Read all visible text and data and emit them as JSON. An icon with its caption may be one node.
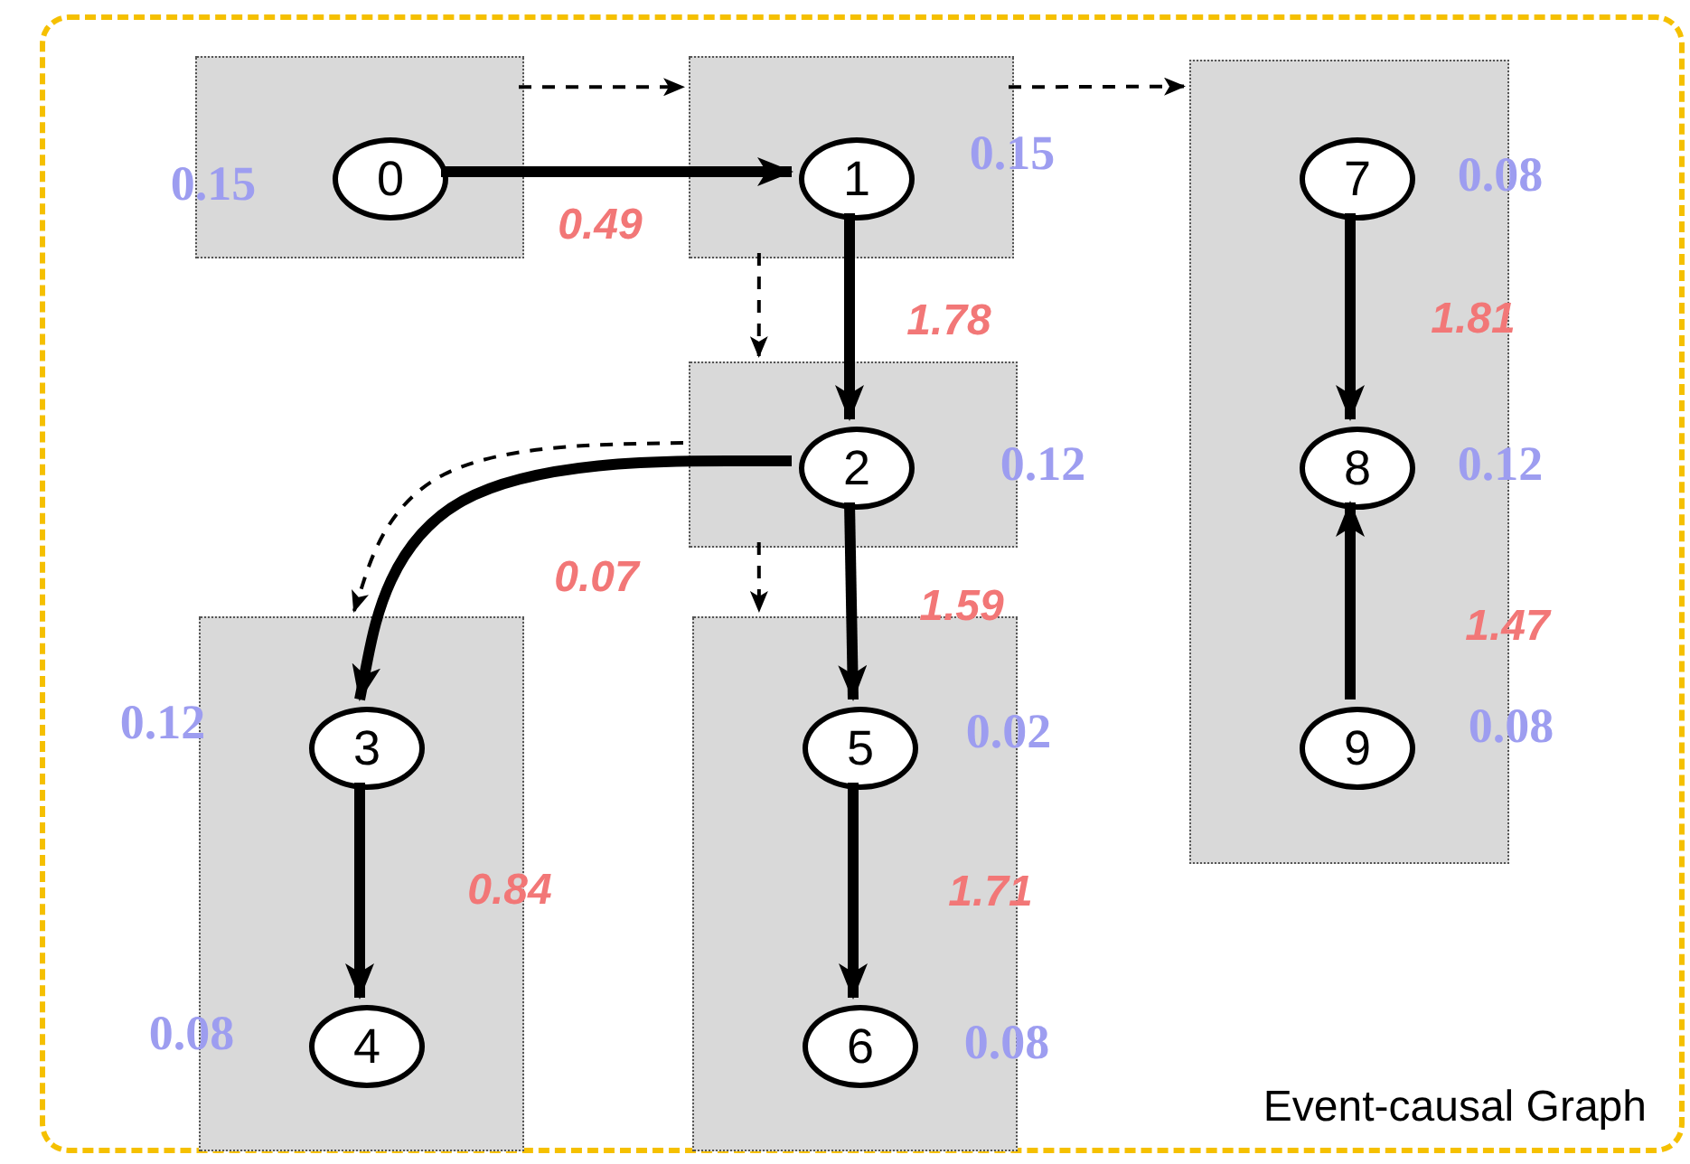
{
  "diagram": {
    "nodes": [
      {
        "text": [
          "Event-causal Graph"
        ]
      },
      {
        "text": [],
        "shape": "box",
        "in": 0
      },
      {
        "text": [
          "0"
        ],
        "in": 1,
        "beside": [
          "0.15"
        ]
      },
      {
        "text": [],
        "shape": "box",
        "in": 0
      },
      {
        "text": [
          "1"
        ],
        "in": 3,
        "beside": [
          "0.15"
        ]
      },
      {
        "text": [],
        "shape": "box",
        "in": 0
      },
      {
        "text": [
          "7"
        ],
        "in": 5,
        "beside": [
          "0.08"
        ]
      },
      {
        "text": [
          "8"
        ],
        "in": 5,
        "beside": [
          "0.12"
        ]
      },
      {
        "text": [
          "9"
        ],
        "in": 5,
        "beside": [
          "0.08"
        ]
      },
      {
        "text": [],
        "shape": "box",
        "in": 0
      },
      {
        "text": [
          "2"
        ],
        "in": 9,
        "beside": [
          "0.12"
        ]
      },
      {
        "text": [],
        "shape": "box",
        "in": 0
      },
      {
        "text": [
          "3"
        ],
        "in": 11,
        "beside": [
          "0.12"
        ]
      },
      {
        "text": [
          "4"
        ],
        "in": 11,
        "beside": [
          "0.08"
        ]
      },
      {
        "text": [],
        "shape": "box",
        "in": 0
      },
      {
        "text": [
          "5"
        ],
        "in": 14,
        "beside": [
          "0.02"
        ]
      },
      {
        "text": [
          "6"
        ],
        "in": 14,
        "beside": [
          "0.08"
        ]
      }
    ],
    "edges": [
      {
        "from": 1,
        "to": 3,
        "arrow": "to",
        "style": "dashed"
      },
      {
        "from": 3,
        "to": 5,
        "arrow": "to",
        "style": "dashed"
      },
      {
        "from": 3,
        "to": 9,
        "arrow": "to",
        "style": "dashed"
      },
      {
        "from": 9,
        "to": 11,
        "arrow": "to",
        "style": "dashed"
      },
      {
        "from": 9,
        "to": 14,
        "arrow": "to",
        "style": "dashed"
      },
      {
        "from": 2,
        "to": 4,
        "arrow": "to",
        "label": "0.49"
      },
      {
        "from": 4,
        "to": 10,
        "arrow": "to",
        "label": "1.78"
      },
      {
        "from": 10,
        "to": 12,
        "arrow": "to",
        "label": "0.07"
      },
      {
        "from": 10,
        "to": 15,
        "arrow": "to",
        "label": "1.59"
      },
      {
        "from": 12,
        "to": 13,
        "arrow": "to",
        "label": "0.84"
      },
      {
        "from": 15,
        "to": 16,
        "arrow": "to",
        "label": "1.71"
      },
      {
        "from": 6,
        "to": 7,
        "arrow": "to",
        "label": "1.81"
      },
      {
        "from": 8,
        "to": 7,
        "arrow": "to",
        "label": "1.47"
      }
    ]
  }
}
